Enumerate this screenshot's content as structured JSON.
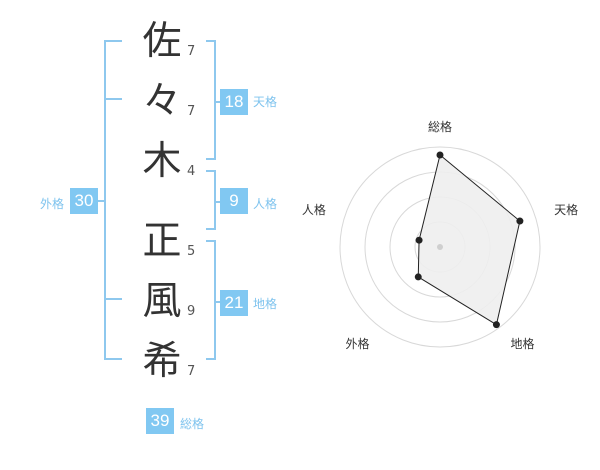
{
  "name": {
    "characters": [
      {
        "char": "佐",
        "strokes": "7"
      },
      {
        "char": "々",
        "strokes": "7"
      },
      {
        "char": "木",
        "strokes": "4"
      },
      {
        "char": "正",
        "strokes": "5"
      },
      {
        "char": "風",
        "strokes": "9"
      },
      {
        "char": "希",
        "strokes": "7"
      }
    ]
  },
  "fortune": {
    "tenkaku": {
      "value": "18",
      "label": "天格"
    },
    "jinkaku": {
      "value": "9",
      "label": "人格"
    },
    "chikaku": {
      "value": "21",
      "label": "地格"
    },
    "gaikaku": {
      "value": "30",
      "label": "外格"
    },
    "soukaku": {
      "value": "39",
      "label": "総格"
    }
  },
  "radar": {
    "labels": [
      "総格",
      "天格",
      "地格",
      "外格",
      "人格"
    ],
    "colors": {
      "grid": "#d8d8d8",
      "fill": "#eeeeee",
      "stroke": "#222222",
      "center": "#cfcfcf"
    }
  },
  "chart_data": {
    "type": "radar",
    "categories": [
      "総格",
      "天格",
      "地格",
      "外格",
      "人格"
    ],
    "values": [
      0.92,
      0.84,
      0.96,
      0.37,
      0.22
    ],
    "levels": 4
  }
}
